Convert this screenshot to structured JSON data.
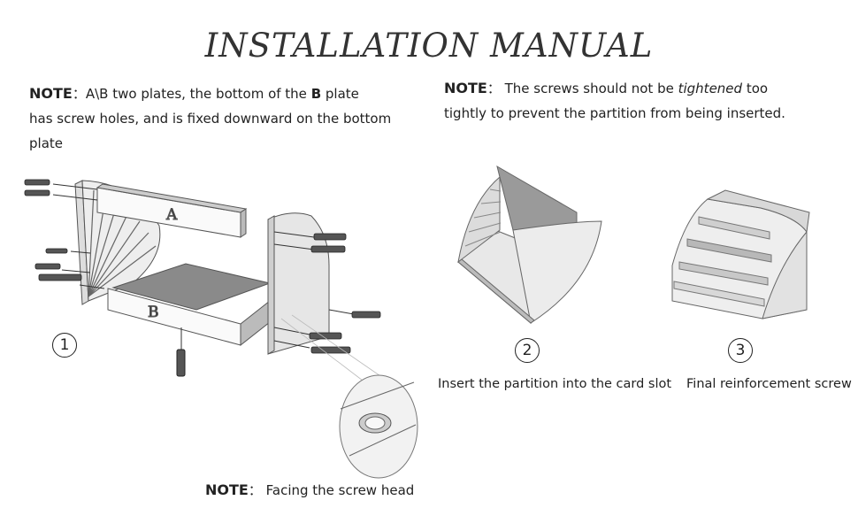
{
  "title": "INSTALLATION MANUAL",
  "notes": {
    "label": "NOTE",
    "sep": "：",
    "note1": {
      "text_a": "A\\B two plates, the bottom of the ",
      "bold": "B",
      "text_b": " plate",
      "line2": "has screw holes, and is fixed downward on the bottom plate"
    },
    "note2": {
      "text_a": "The screws should not be ",
      "italic": "tightened",
      "text_b": " too",
      "line2": "tightly to prevent the partition from being inserted."
    },
    "note3": {
      "text": "Facing the screw head"
    }
  },
  "steps": {
    "step1": {
      "number": "1"
    },
    "step2": {
      "number": "2",
      "caption": "Insert the partition into the card slot"
    },
    "step3": {
      "number": "3",
      "caption": "Final reinforcement screw"
    }
  },
  "plates": {
    "a": "A",
    "b": "B"
  }
}
